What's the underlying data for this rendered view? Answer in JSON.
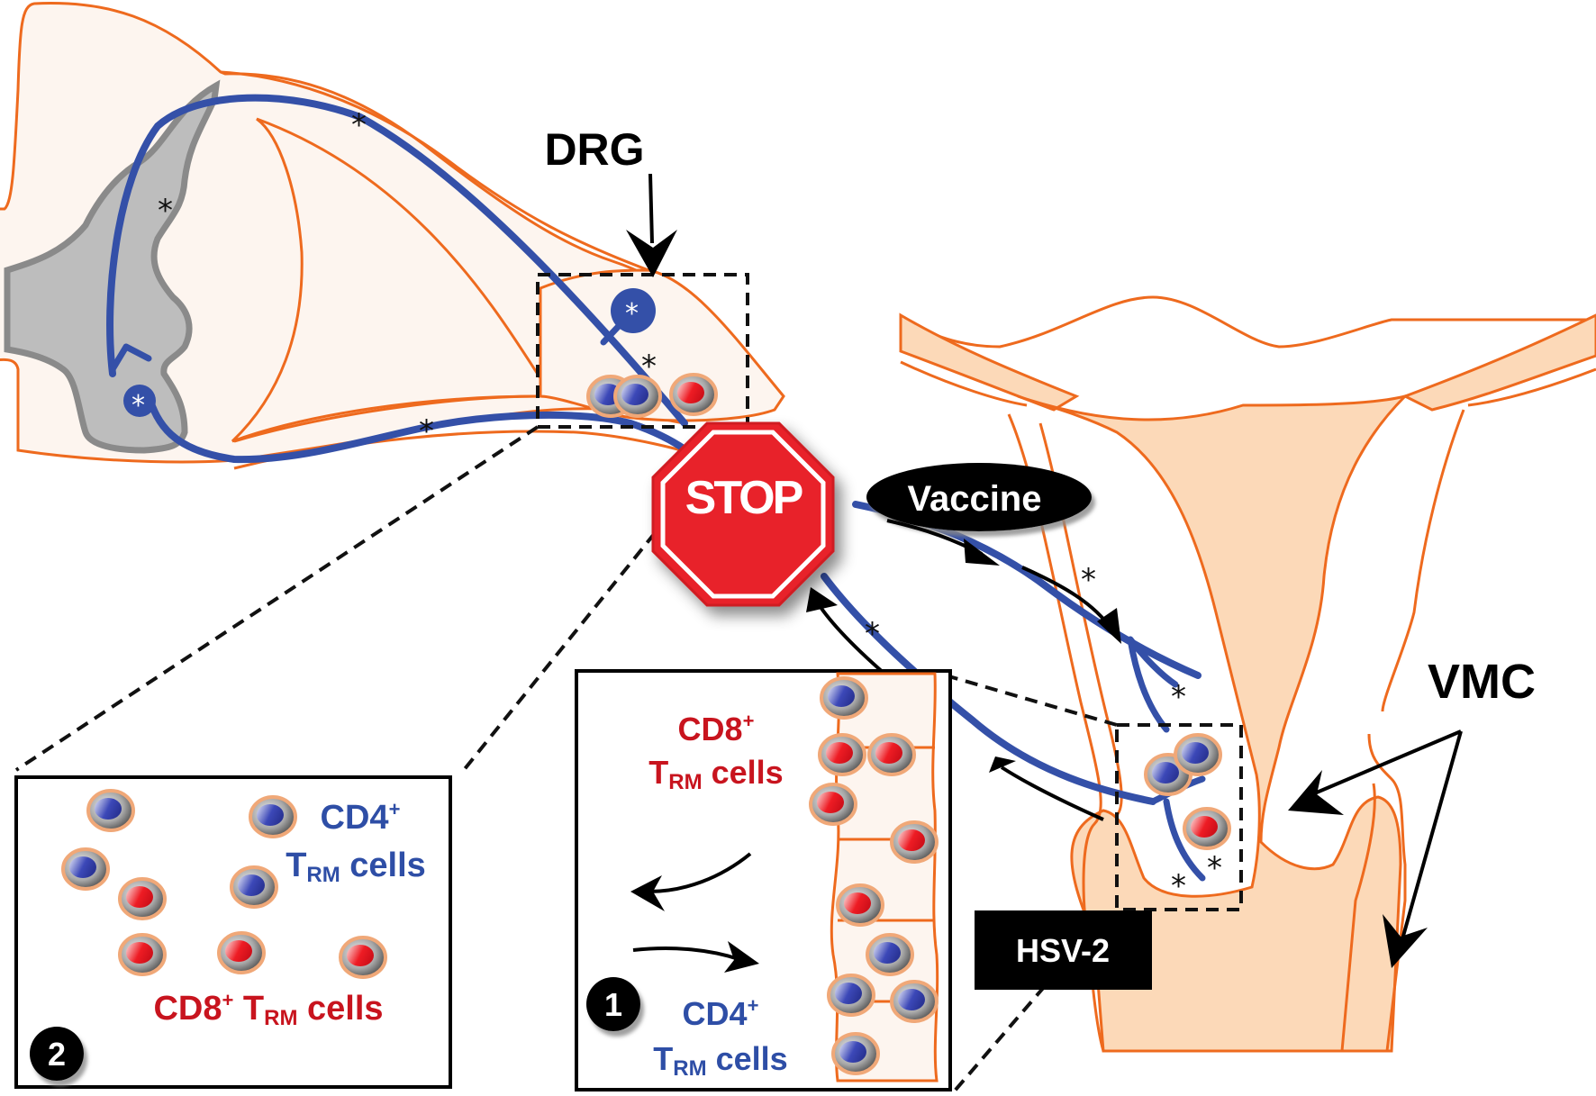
{
  "labels": {
    "drg": "DRG",
    "vmc": "VMC",
    "stop": "STOP",
    "vaccine": "Vaccine",
    "hsv2": "HSV-2"
  },
  "panel_1": {
    "badge": "1",
    "cd8_line1": "CD8",
    "cd8_sup": "+",
    "cd8_t": "T",
    "cd8_sub": "RM",
    "cd8_cells": " cells",
    "cd4_line1": "CD4",
    "cd4_sup": "+",
    "cd4_t": "T",
    "cd4_sub": "RM",
    "cd4_cells": " cells"
  },
  "panel_2": {
    "badge": "2",
    "cd4_line1": "CD4",
    "cd4_sup": "+",
    "cd4_t": "T",
    "cd4_sub": "RM",
    "cd4_cells": " cells",
    "cd8_line1": "CD8",
    "cd8_sup": "+",
    "cd8_t": " T",
    "cd8_sub": "RM",
    "cd8_cells": " cells"
  },
  "markers": {
    "asterisk": "*"
  },
  "colors": {
    "cd4": "#2e4ea6",
    "cd8": "#c8141e",
    "nerve": "#3450a8",
    "tissue_outline": "#ee6a1e",
    "stop_red": "#e8202a"
  }
}
